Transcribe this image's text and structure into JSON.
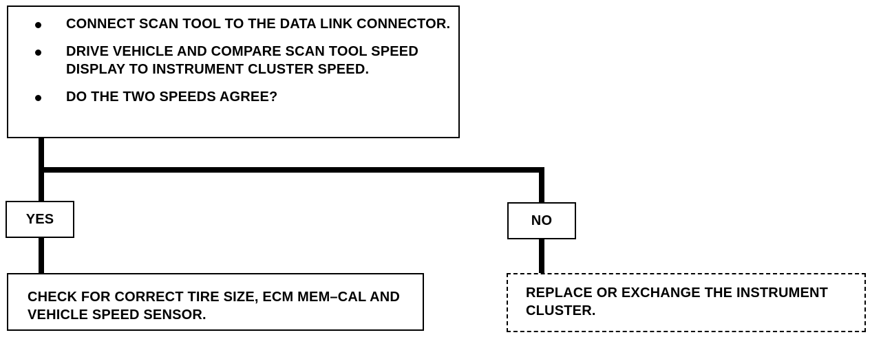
{
  "start_box": {
    "items": [
      "CONNECT SCAN TOOL TO THE DATA LINK CONNECTOR.",
      "DRIVE VEHICLE AND COMPARE SCAN TOOL SPEED DISPLAY TO INSTRUMENT CLUSTER SPEED.",
      "DO THE TWO SPEEDS AGREE?"
    ]
  },
  "yes_label": "YES",
  "no_label": "NO",
  "yes_result": "CHECK FOR CORRECT TIRE SIZE, ECM MEM–CAL AND VEHICLE SPEED SENSOR.",
  "no_result": "REPLACE OR EXCHANGE THE INSTRUMENT CLUSTER."
}
